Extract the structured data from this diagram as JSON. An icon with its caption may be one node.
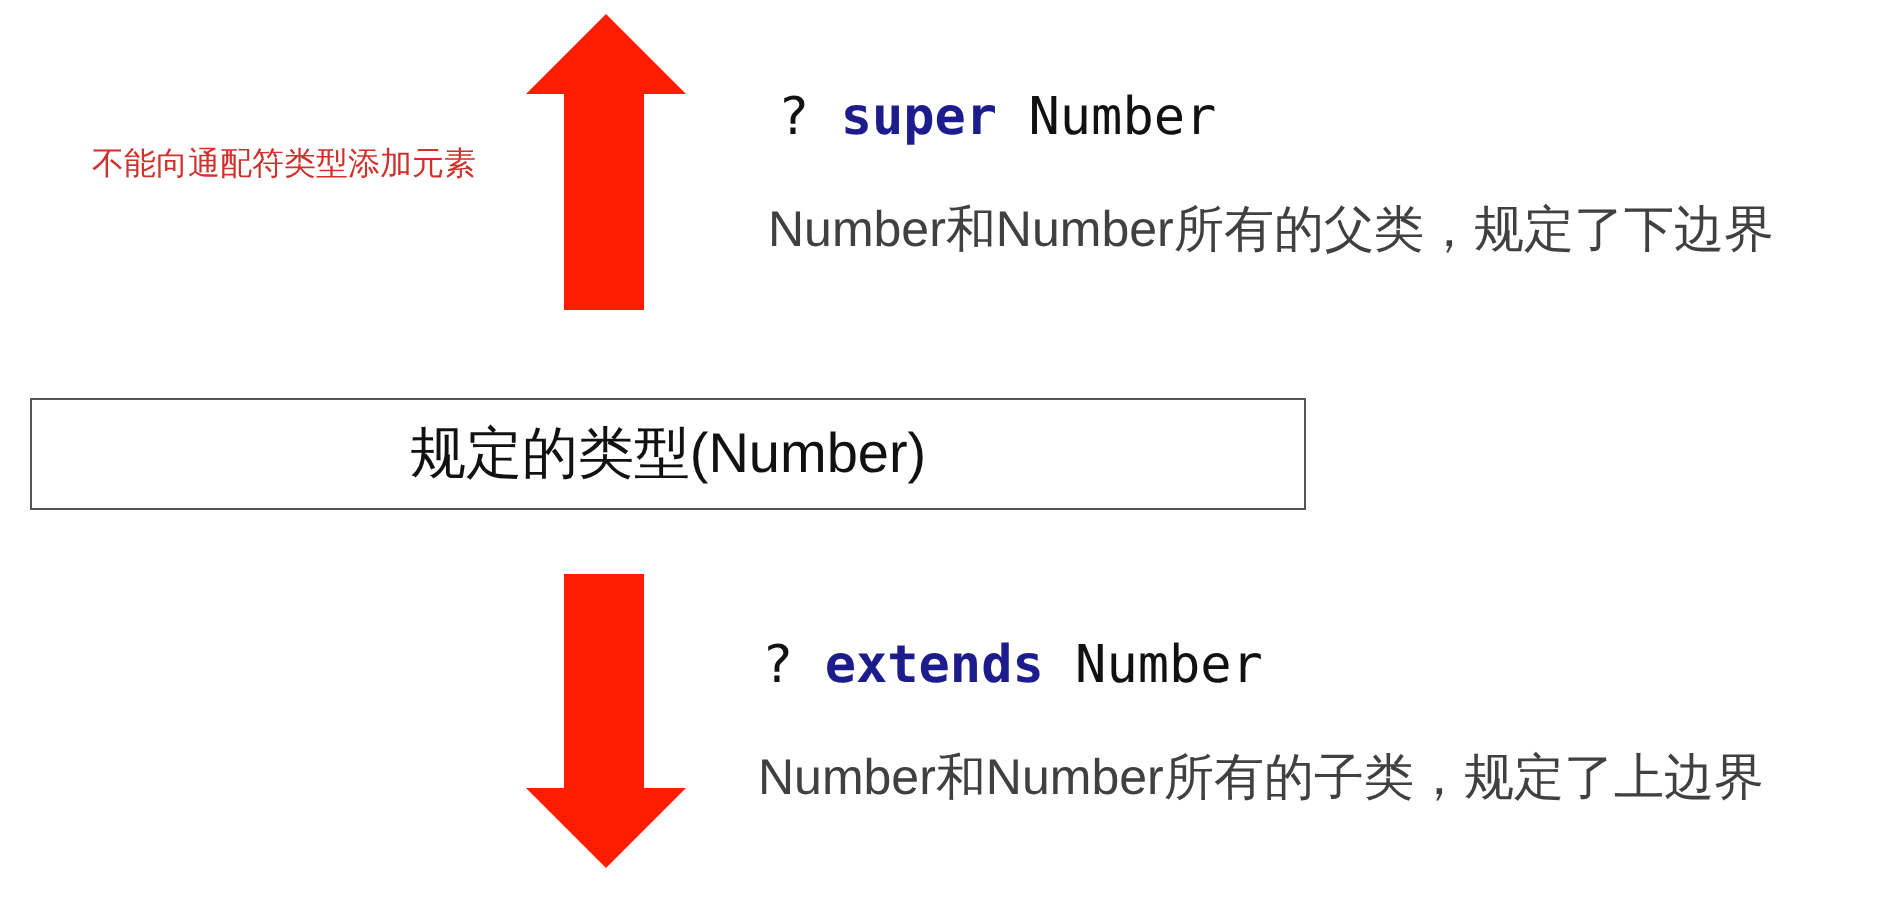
{
  "diagram": {
    "nodes": [
      {
        "text": [
          "规定的类型(Number)"
        ]
      }
    ],
    "labels": [
      "不能向通配符类型添加元素",
      "? **super** Number",
      "Number和Number所有的父类，规定了下边界",
      "? **extends** Number",
      "Number和Number所有的子类，规定了上边界"
    ]
  }
}
